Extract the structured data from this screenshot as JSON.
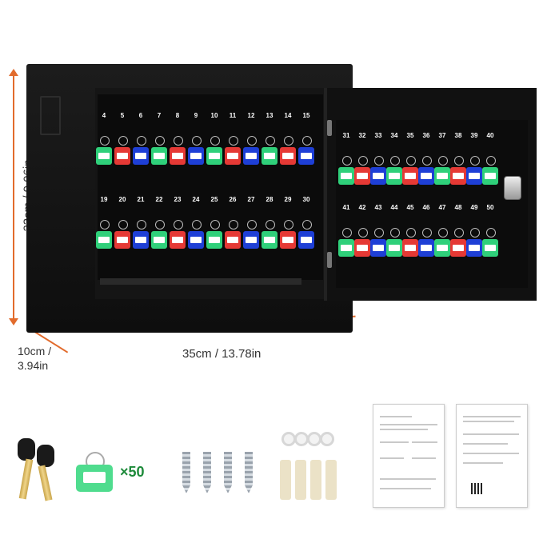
{
  "dimensions": {
    "height_label": "23cm / 9.06in",
    "depth_label_line1": "10cm /",
    "depth_label_line2": "3.94in",
    "width_label": "35cm / 13.78in"
  },
  "hooks": {
    "cabinet_row1": [
      "4",
      "5",
      "6",
      "7",
      "8",
      "9",
      "10",
      "11",
      "12",
      "13",
      "14",
      "15"
    ],
    "cabinet_row2": [
      "19",
      "20",
      "21",
      "22",
      "23",
      "24",
      "25",
      "26",
      "27",
      "28",
      "29",
      "30"
    ],
    "door_row1": [
      "31",
      "32",
      "33",
      "34",
      "35",
      "36",
      "37",
      "38",
      "39",
      "40"
    ],
    "door_row2": [
      "41",
      "42",
      "43",
      "44",
      "45",
      "46",
      "47",
      "48",
      "49",
      "50"
    ]
  },
  "accessories": {
    "tag_count_label": "×50"
  },
  "colors": {
    "tag_palette": [
      "#2fd07a",
      "#e53935",
      "#1e3fd6",
      "#ffffff"
    ],
    "arrow": "#e26b2c",
    "count_text": "#1d8a3a"
  }
}
